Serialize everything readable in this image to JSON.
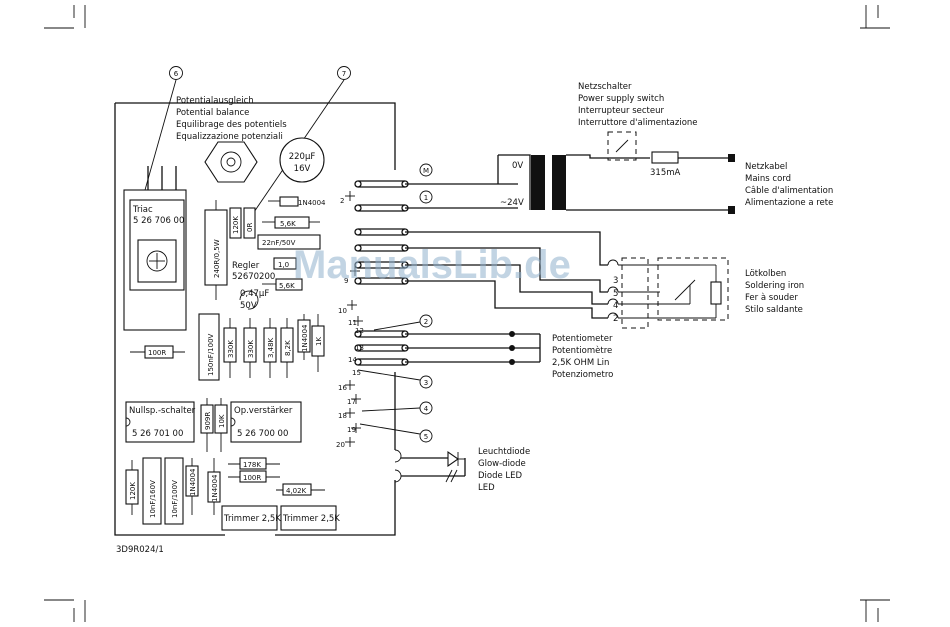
{
  "diagram_id": "3D9R024/1",
  "watermark": "ManualsLib.de",
  "callouts": [
    "6",
    "7",
    "M",
    "1",
    "2",
    "3",
    "4",
    "5"
  ],
  "terminal_numbers": [
    "2",
    "9",
    "10",
    "11",
    "12",
    "13",
    "14",
    "15",
    "16",
    "17",
    "18",
    "19",
    "20"
  ],
  "board": {
    "potential_labels": [
      "Potentialausgleich",
      "Potential balance",
      "Equilibrage des potentiels",
      "Equalizzazione potenziali"
    ],
    "triac": [
      "Triac",
      "5 26 706 00"
    ],
    "capacitor_top": [
      "220µF",
      "16V"
    ],
    "diode_1": "1N4004",
    "r_240": "240R/0,5W",
    "r_120k": "120K",
    "r_0r": "0R",
    "r_5k6_a": "5,6K",
    "cap_22nf": "22nF/50V",
    "regler": [
      "Regler",
      "52670200"
    ],
    "r_1m": "1,0",
    "cap_047": [
      "0,47µF",
      "50V"
    ],
    "r_5k6_b": "5,6K",
    "cap_150nf": "150nF/100V",
    "r_330k_a": "330K",
    "r_330k_b": "330K",
    "r_348k": "3,48K",
    "r_82k": "8,2K",
    "diode_2": "1N4004",
    "r_1k": "1K",
    "r_100r": "100R",
    "nullsp": [
      "Nullsp.-schalter",
      "5 26 701 00"
    ],
    "r_909r": "909R",
    "r_10k": "10K",
    "opamp": [
      "Op.verstärker",
      "5 26 700 00"
    ],
    "r_178k": "178K",
    "r_100r_b": "100R",
    "r_402k": "4,02K",
    "r_120k_b": "120K",
    "cap_10nf_a": "10nF/160V",
    "cap_10nf_b": "10nF/100V",
    "diode_3": "1N4004",
    "diode_4": "1N4004",
    "trimmer_1": "Trimmer 2,5K",
    "trimmer_2": "Trimmer 2,5K"
  },
  "transformer": {
    "primary_label": "0V",
    "secondary_label": "~24V"
  },
  "fuse": "315mA",
  "mains_switch": [
    "Netzschalter",
    "Power supply switch",
    "Interrupteur secteur",
    "Interruttore d'alimentazione"
  ],
  "mains_cord": [
    "Netzkabel",
    "Mains cord",
    "Câble d'alimentation",
    "Alimentazione a rete"
  ],
  "soldering_iron": [
    "Lötkolben",
    "Soldering iron",
    "Fer à souder",
    "Stilo saldante"
  ],
  "iron_pins": [
    "3",
    "5",
    "4",
    "2"
  ],
  "potentiometer": [
    "Potentiometer",
    "Potentiomètre",
    "2,5K OHM Lin",
    "Potenziometro"
  ],
  "led": [
    "Leuchtdiode",
    "Glow-diode",
    "Diode LED",
    "LED"
  ]
}
